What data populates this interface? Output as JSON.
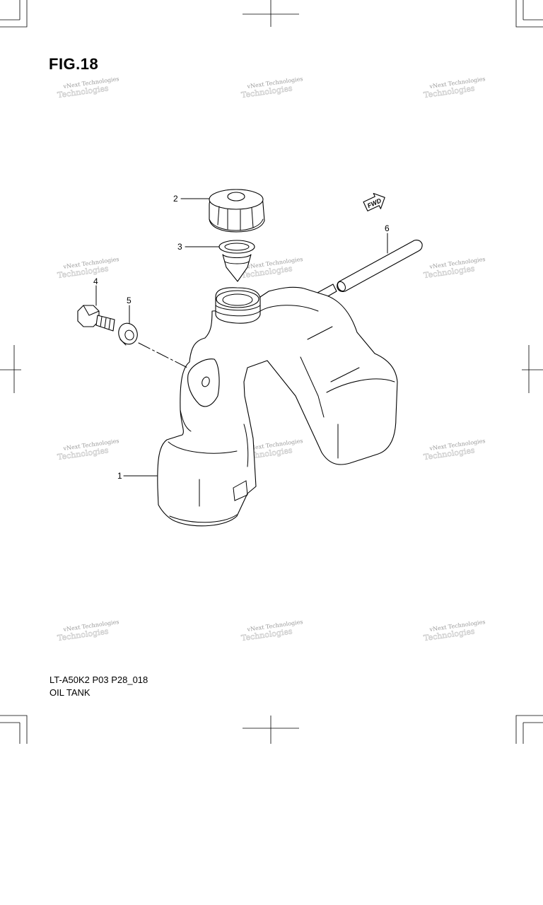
{
  "figure": {
    "title": "FIG.18",
    "code": "LT-A50K2 P03 P28_018",
    "name": "OIL TANK"
  },
  "callouts": [
    "1",
    "2",
    "3",
    "4",
    "5",
    "6"
  ],
  "fwd_label": "FWD",
  "watermark": {
    "text": "vNext Technologies",
    "text_2": "Technologies"
  }
}
